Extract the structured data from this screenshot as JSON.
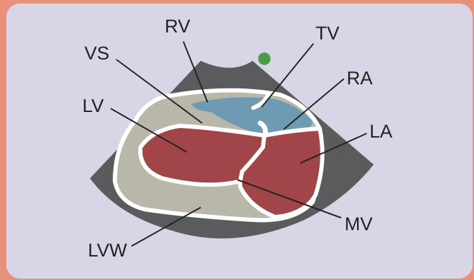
{
  "diagram": {
    "labels": {
      "rv": "RV",
      "tv": "TV",
      "vs": "VS",
      "ra": "RA",
      "lv": "LV",
      "la": "LA",
      "mv": "MV",
      "lvw": "LVW"
    },
    "colors": {
      "border": "#e8907a",
      "canvas": "#d8d6e6",
      "sector": "#595b5d",
      "tissue": "#b9b7a9",
      "outline": "#ffffff",
      "oxygenated_blood": "#a14548",
      "deoxygenated_blood": "#6f9ab4",
      "probe_marker": "#4f9a44",
      "leader_line": "#222222"
    },
    "icons": {
      "probe_marker": "probe-orientation-dot"
    }
  }
}
